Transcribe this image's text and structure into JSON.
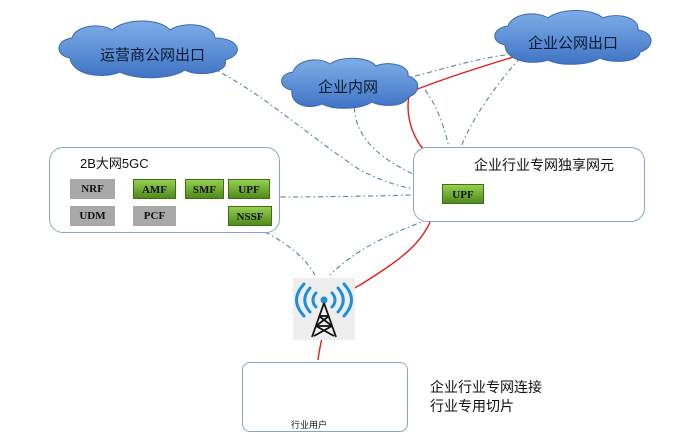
{
  "clouds": {
    "operator_exit": "运营商公网出口",
    "enterprise_public_exit": "企业公网出口",
    "enterprise_intranet": "企业内网"
  },
  "core": {
    "title": "2B大网5GC",
    "nfs": [
      "NRF",
      "AMF",
      "SMF",
      "UPF",
      "UDM",
      "PCF",
      "NSSF"
    ]
  },
  "dedicated": {
    "title": "企业行业专网独享网元",
    "upf": "UPF"
  },
  "user": {
    "label": "行业用户"
  },
  "caption": {
    "line1": "企业行业专网连接",
    "line2": "行业专用切片"
  },
  "colors": {
    "cloud_fill": "#5b8fd6",
    "box_border": "#8aa4c8",
    "link_dash": "#5a7fb0",
    "slice_line": "#e11d1d",
    "nf_grey": "#a9a9a9",
    "nf_green": "#6aa832"
  },
  "icons": [
    "radio-tower-icon",
    "worker-icon",
    "robot-arm-icon"
  ]
}
